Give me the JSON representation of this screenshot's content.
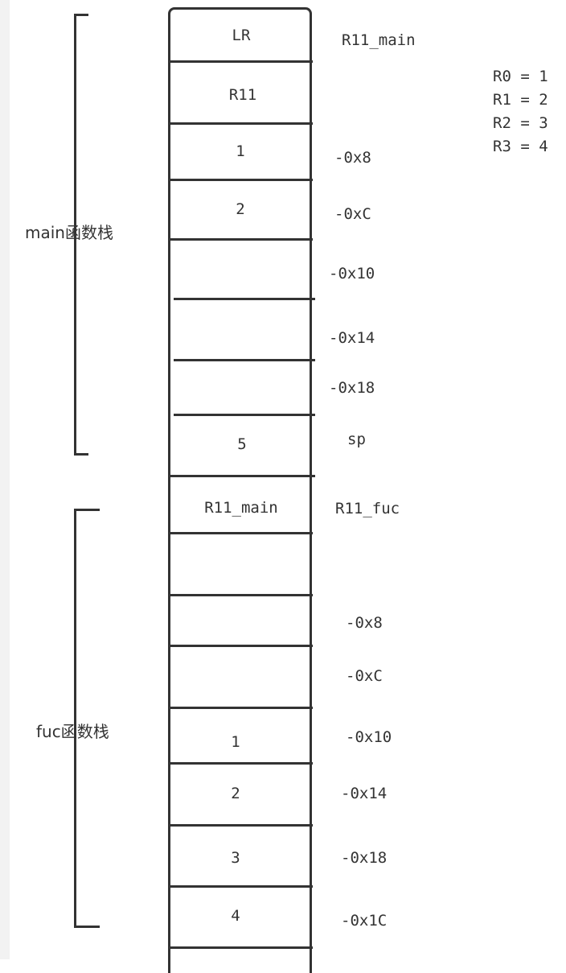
{
  "main_stack": {
    "label": "main函数栈",
    "cells": [
      "LR",
      "R11",
      "1",
      "2",
      "",
      "",
      "",
      "5"
    ],
    "side_labels": [
      "R11_main",
      "-0x8",
      "-0xC",
      "-0x10",
      "-0x14",
      "-0x18",
      "sp"
    ]
  },
  "fuc_stack": {
    "label": "fuc函数栈",
    "cells": [
      "R11_main",
      "",
      "",
      "",
      "1",
      "2",
      "3",
      "4"
    ],
    "side_labels": [
      "R11_fuc",
      "-0x8",
      "-0xC",
      "-0x10",
      "-0x14",
      "-0x18",
      "-0x1C"
    ]
  },
  "registers": [
    "R0 = 1",
    "R1 = 2",
    "R2 = 3",
    "R3 = 4"
  ],
  "colors": {
    "stroke": "#333333",
    "text": "#333333",
    "background": "#ffffff"
  }
}
